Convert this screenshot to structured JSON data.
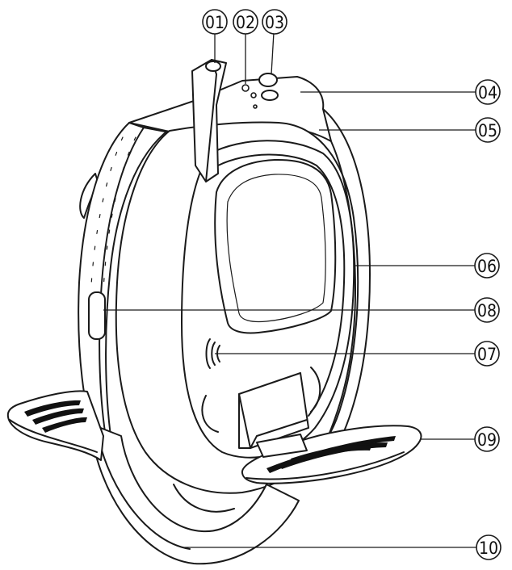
{
  "callouts": [
    {
      "id": "c01",
      "number": "01"
    },
    {
      "id": "c02",
      "number": "02"
    },
    {
      "id": "c03",
      "number": "03"
    },
    {
      "id": "c04",
      "number": "04"
    },
    {
      "id": "c05",
      "number": "05"
    },
    {
      "id": "c06",
      "number": "06"
    },
    {
      "id": "c07",
      "number": "07"
    },
    {
      "id": "c08",
      "number": "08"
    },
    {
      "id": "c09",
      "number": "09"
    },
    {
      "id": "c10",
      "number": "10"
    }
  ],
  "colors": {
    "line": "#1a1a1a",
    "background": "#ffffff"
  }
}
